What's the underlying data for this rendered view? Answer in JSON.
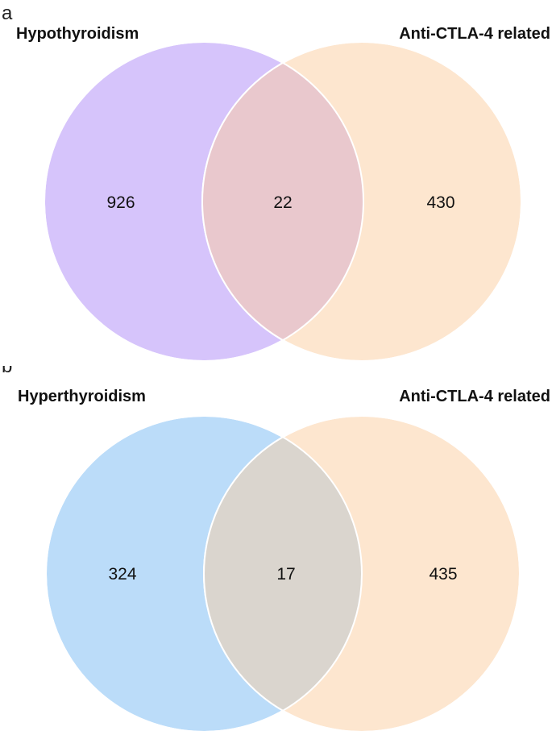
{
  "panels": [
    {
      "letter": "a",
      "left_set": {
        "label": "Hypothyroidism",
        "color": "#d6c4fb",
        "only_count": "926"
      },
      "right_set": {
        "label": "Anti-CTLA-4 related",
        "color": "#fde6cf",
        "only_count": "430"
      },
      "overlap": {
        "count": "22",
        "color": "#e9c8cd"
      }
    },
    {
      "letter": "b",
      "left_set": {
        "label": "Hyperthyroidism",
        "color": "#bbdcf9",
        "only_count": "324"
      },
      "right_set": {
        "label": "Anti-CTLA-4 related",
        "color": "#fde6cf",
        "only_count": "435"
      },
      "overlap": {
        "count": "17",
        "color": "#dad5ce"
      }
    }
  ]
}
